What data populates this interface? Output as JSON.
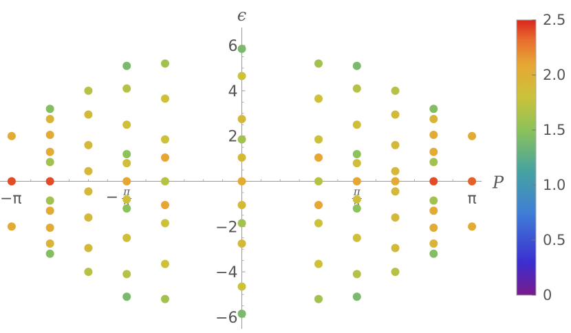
{
  "chart_data": {
    "type": "scatter",
    "xlabel": "P",
    "ylabel": "ϵ",
    "xlim": [
      -3.1416,
      3.1416
    ],
    "ylim": [
      -6,
      6
    ],
    "x_ticks": [
      {
        "value": -3.1416,
        "label": "−π"
      },
      {
        "value": -1.5708,
        "label": "π/2",
        "sign": "−"
      },
      {
        "value": 1.5708,
        "label": "π/2",
        "sign": ""
      },
      {
        "value": 3.1416,
        "label": "π"
      }
    ],
    "y_ticks": [
      {
        "value": -6,
        "label": "−6"
      },
      {
        "value": -4,
        "label": "−4"
      },
      {
        "value": -2,
        "label": "−2"
      },
      {
        "value": 2,
        "label": "2"
      },
      {
        "value": 4,
        "label": "4"
      },
      {
        "value": 6,
        "label": "6"
      }
    ],
    "colorbar": {
      "min": 0,
      "max": 2.5,
      "ticks": [
        "0",
        "0.5",
        "1.0",
        "1.5",
        "2.0",
        "2.5"
      ],
      "tick_values": [
        0,
        0.5,
        1.0,
        1.5,
        2.0,
        2.5
      ]
    },
    "points": [
      {
        "x": -3.1416,
        "y": 2.0,
        "c": 2.05
      },
      {
        "x": -3.1416,
        "y": 0.0,
        "c": 2.4
      },
      {
        "x": -3.1416,
        "y": -2.0,
        "c": 2.05
      },
      {
        "x": -2.618,
        "y": 3.2,
        "c": 1.45
      },
      {
        "x": -2.618,
        "y": 2.75,
        "c": 1.95
      },
      {
        "x": -2.618,
        "y": 2.05,
        "c": 2.05
      },
      {
        "x": -2.618,
        "y": 1.3,
        "c": 2.05
      },
      {
        "x": -2.618,
        "y": 0.85,
        "c": 1.6
      },
      {
        "x": -2.618,
        "y": 0.0,
        "c": 2.4
      },
      {
        "x": -2.618,
        "y": -0.85,
        "c": 1.6
      },
      {
        "x": -2.618,
        "y": -1.3,
        "c": 2.05
      },
      {
        "x": -2.618,
        "y": -2.05,
        "c": 2.05
      },
      {
        "x": -2.618,
        "y": -2.75,
        "c": 1.95
      },
      {
        "x": -2.618,
        "y": -3.2,
        "c": 1.45
      },
      {
        "x": -2.0944,
        "y": 4.0,
        "c": 1.7
      },
      {
        "x": -2.0944,
        "y": 2.95,
        "c": 1.9
      },
      {
        "x": -2.0944,
        "y": 1.6,
        "c": 1.9
      },
      {
        "x": -2.0944,
        "y": 0.45,
        "c": 1.9
      },
      {
        "x": -2.0944,
        "y": -0.45,
        "c": 1.9
      },
      {
        "x": -2.0944,
        "y": -1.6,
        "c": 1.9
      },
      {
        "x": -2.0944,
        "y": -2.95,
        "c": 1.9
      },
      {
        "x": -2.0944,
        "y": -4.0,
        "c": 1.7
      },
      {
        "x": -1.5708,
        "y": 5.1,
        "c": 1.4
      },
      {
        "x": -1.5708,
        "y": 4.1,
        "c": 1.7
      },
      {
        "x": -1.5708,
        "y": 2.5,
        "c": 1.85
      },
      {
        "x": -1.5708,
        "y": 1.2,
        "c": 1.5
      },
      {
        "x": -1.5708,
        "y": 0.8,
        "c": 1.85
      },
      {
        "x": -1.5708,
        "y": 0.0,
        "c": 2.1
      },
      {
        "x": -1.5708,
        "y": -0.8,
        "c": 1.85
      },
      {
        "x": -1.5708,
        "y": -1.2,
        "c": 1.5
      },
      {
        "x": -1.5708,
        "y": -2.5,
        "c": 1.85
      },
      {
        "x": -1.5708,
        "y": -4.1,
        "c": 1.7
      },
      {
        "x": -1.5708,
        "y": -5.1,
        "c": 1.4
      },
      {
        "x": -1.0472,
        "y": 5.2,
        "c": 1.6
      },
      {
        "x": -1.0472,
        "y": 3.65,
        "c": 1.8
      },
      {
        "x": -1.0472,
        "y": 1.85,
        "c": 1.8
      },
      {
        "x": -1.0472,
        "y": 1.05,
        "c": 2.1
      },
      {
        "x": -1.0472,
        "y": 0.0,
        "c": 1.7
      },
      {
        "x": -1.0472,
        "y": -1.05,
        "c": 2.1
      },
      {
        "x": -1.0472,
        "y": -1.85,
        "c": 1.8
      },
      {
        "x": -1.0472,
        "y": -3.65,
        "c": 1.8
      },
      {
        "x": -1.0472,
        "y": -5.2,
        "c": 1.6
      },
      {
        "x": 0.0,
        "y": 5.85,
        "c": 1.4
      },
      {
        "x": 0.0,
        "y": 4.65,
        "c": 1.8
      },
      {
        "x": 0.0,
        "y": 2.75,
        "c": 1.9
      },
      {
        "x": 0.0,
        "y": 1.85,
        "c": 1.6
      },
      {
        "x": 0.0,
        "y": 1.05,
        "c": 1.9
      },
      {
        "x": 0.0,
        "y": 0.0,
        "c": 2.05
      },
      {
        "x": 0.0,
        "y": -1.05,
        "c": 1.9
      },
      {
        "x": 0.0,
        "y": -1.85,
        "c": 1.6
      },
      {
        "x": 0.0,
        "y": -2.75,
        "c": 1.9
      },
      {
        "x": 0.0,
        "y": -4.65,
        "c": 1.8
      },
      {
        "x": 0.0,
        "y": -5.85,
        "c": 1.4
      },
      {
        "x": 1.0472,
        "y": 5.2,
        "c": 1.6
      },
      {
        "x": 1.0472,
        "y": 3.65,
        "c": 1.8
      },
      {
        "x": 1.0472,
        "y": 1.85,
        "c": 1.8
      },
      {
        "x": 1.0472,
        "y": 1.05,
        "c": 2.1
      },
      {
        "x": 1.0472,
        "y": 0.0,
        "c": 1.7
      },
      {
        "x": 1.0472,
        "y": -1.05,
        "c": 2.1
      },
      {
        "x": 1.0472,
        "y": -1.85,
        "c": 1.8
      },
      {
        "x": 1.0472,
        "y": -3.65,
        "c": 1.8
      },
      {
        "x": 1.0472,
        "y": -5.2,
        "c": 1.6
      },
      {
        "x": 1.5708,
        "y": 5.1,
        "c": 1.4
      },
      {
        "x": 1.5708,
        "y": 4.1,
        "c": 1.7
      },
      {
        "x": 1.5708,
        "y": 2.5,
        "c": 1.85
      },
      {
        "x": 1.5708,
        "y": 1.2,
        "c": 1.5
      },
      {
        "x": 1.5708,
        "y": 0.8,
        "c": 1.85
      },
      {
        "x": 1.5708,
        "y": 0.0,
        "c": 2.1
      },
      {
        "x": 1.5708,
        "y": -0.8,
        "c": 1.85
      },
      {
        "x": 1.5708,
        "y": -1.2,
        "c": 1.5
      },
      {
        "x": 1.5708,
        "y": -2.5,
        "c": 1.85
      },
      {
        "x": 1.5708,
        "y": -4.1,
        "c": 1.7
      },
      {
        "x": 1.5708,
        "y": -5.1,
        "c": 1.4
      },
      {
        "x": 2.0944,
        "y": 4.0,
        "c": 1.7
      },
      {
        "x": 2.0944,
        "y": 2.95,
        "c": 1.9
      },
      {
        "x": 2.0944,
        "y": 1.6,
        "c": 1.9
      },
      {
        "x": 2.0944,
        "y": 0.45,
        "c": 1.9
      },
      {
        "x": 2.0944,
        "y": 0.0,
        "c": 2.05
      },
      {
        "x": 2.0944,
        "y": -0.45,
        "c": 1.9
      },
      {
        "x": 2.0944,
        "y": -1.6,
        "c": 1.9
      },
      {
        "x": 2.0944,
        "y": -2.95,
        "c": 1.9
      },
      {
        "x": 2.0944,
        "y": -4.0,
        "c": 1.7
      },
      {
        "x": 2.618,
        "y": 3.2,
        "c": 1.45
      },
      {
        "x": 2.618,
        "y": 2.75,
        "c": 1.95
      },
      {
        "x": 2.618,
        "y": 2.05,
        "c": 2.05
      },
      {
        "x": 2.618,
        "y": 1.3,
        "c": 2.05
      },
      {
        "x": 2.618,
        "y": 0.85,
        "c": 1.6
      },
      {
        "x": 2.618,
        "y": 0.0,
        "c": 2.4
      },
      {
        "x": 2.618,
        "y": -0.85,
        "c": 1.6
      },
      {
        "x": 2.618,
        "y": -1.3,
        "c": 2.05
      },
      {
        "x": 2.618,
        "y": -2.05,
        "c": 2.05
      },
      {
        "x": 2.618,
        "y": -2.75,
        "c": 1.95
      },
      {
        "x": 2.618,
        "y": -3.2,
        "c": 1.45
      },
      {
        "x": 3.1416,
        "y": 2.0,
        "c": 2.05
      },
      {
        "x": 3.1416,
        "y": 0.0,
        "c": 2.35
      },
      {
        "x": 3.1416,
        "y": -2.0,
        "c": 2.05
      }
    ]
  }
}
